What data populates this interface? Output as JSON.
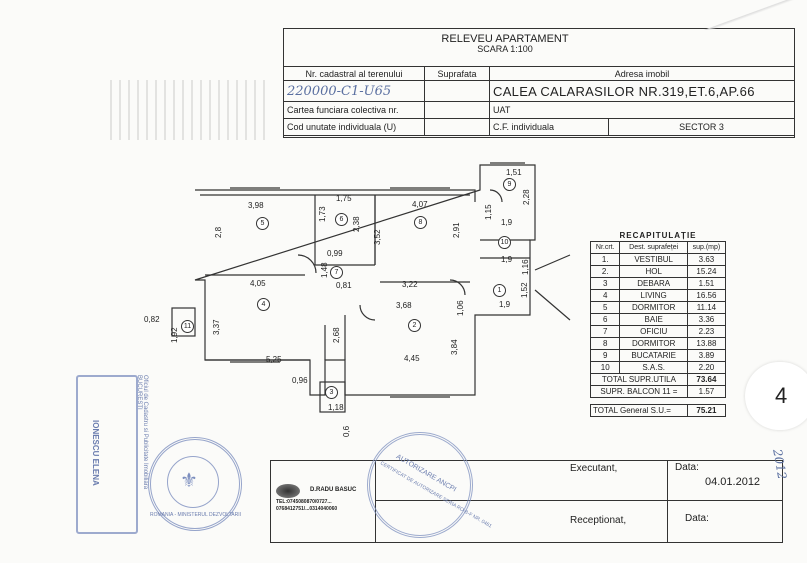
{
  "header": {
    "title": "RELEVEU APARTAMENT",
    "scale": "SCARA 1:100",
    "col_cadastral": "Nr. cadastral al terenului",
    "col_surface": "Suprafata",
    "col_address": "Adresa imobil",
    "cadastral_value": "220000-C1-U65",
    "address_value": "CALEA CALARASILOR NR.319,ET.6,AP.66",
    "row2_label": "Cartea funciara colectiva nr.",
    "row2_value": "UAT",
    "row3_label": "Cod unutate individuala (U)",
    "row3_value": "C.F. individuala",
    "row3_sector": "SECTOR 3"
  },
  "recap": {
    "title": "RECAPITULAȚIE",
    "col_nr": "Nr.crt.",
    "col_dest": "Dest. suprafeței",
    "col_sup": "sup.(mp)",
    "rows": [
      {
        "nr": "1.",
        "dest": "VESTIBUL",
        "sup": "3.63"
      },
      {
        "nr": "2.",
        "dest": "HOL",
        "sup": "15.24"
      },
      {
        "nr": "3",
        "dest": "DEBARA",
        "sup": "1.51"
      },
      {
        "nr": "4",
        "dest": "LIVING",
        "sup": "16.56"
      },
      {
        "nr": "5",
        "dest": "DORMITOR",
        "sup": "11.14"
      },
      {
        "nr": "6",
        "dest": "BAIE",
        "sup": "3.36"
      },
      {
        "nr": "7",
        "dest": "OFICIU",
        "sup": "2.23"
      },
      {
        "nr": "8",
        "dest": "DORMITOR",
        "sup": "13.88"
      },
      {
        "nr": "9",
        "dest": "BUCATARIE",
        "sup": "3.89"
      },
      {
        "nr": "10",
        "dest": "S.A.S.",
        "sup": "2.20"
      }
    ],
    "total_util_label": "TOTAL SUPR.UTILA",
    "total_util": "73.64",
    "balcon_label": "SUPR. BALCON 11 =",
    "balcon": "1.57",
    "total_general_label": "TOTAL General S.U.=",
    "total_general": "75.21"
  },
  "plan": {
    "dims": {
      "d398": "3,98",
      "d175": "1,75",
      "d407": "4,07",
      "d151": "1,51",
      "d28": "2,8",
      "d173": "1,73",
      "d238": "2,38",
      "d352": "3,52",
      "d291": "2,91",
      "d115": "1,15",
      "d228": "2,28",
      "d19a": "1,9",
      "d19b": "1,9",
      "d19c": "1,9",
      "d099": "0,99",
      "d405": "4,05",
      "d081": "0,81",
      "d322": "3,22",
      "d368": "3,68",
      "d152": "1,52",
      "d116": "1,16",
      "d082": "0,82",
      "d192": "1,92",
      "d337": "3,37",
      "d268": "2,68",
      "d525": "5,25",
      "d445": "4,45",
      "d384": "3,84",
      "d096": "0,96",
      "d118": "1,18",
      "d06": "0,6",
      "d148": "1,48",
      "d106": "1,06"
    },
    "rooms": [
      "1",
      "2",
      "3",
      "4",
      "5",
      "6",
      "7",
      "8",
      "9",
      "10",
      "11"
    ]
  },
  "footer": {
    "executant": "Executant,",
    "data1": "Data:",
    "date_value": "04.01.2012",
    "receptionat": "Receptionat,",
    "data2": "Data:",
    "author": "D.RADU BASUC",
    "phones": "TEL:0745080870/0727...",
    "phones2": "0768412751/...0314040060"
  },
  "stamps": {
    "left": "Oficiul de Cadastru si Publicitate Imobiliara BUCURESTI",
    "left_name": "IONESCU ELENA",
    "ministry": "ROMANIA - MINISTERUL DEZVOLTARII",
    "ancpi": "AUTORIZARE ANCPI",
    "auth_line": "CERTIFICAT DE AUTORIZARE SERIA RO-B-F NR. 0461"
  },
  "side_tab": "4",
  "side_note": "2012"
}
